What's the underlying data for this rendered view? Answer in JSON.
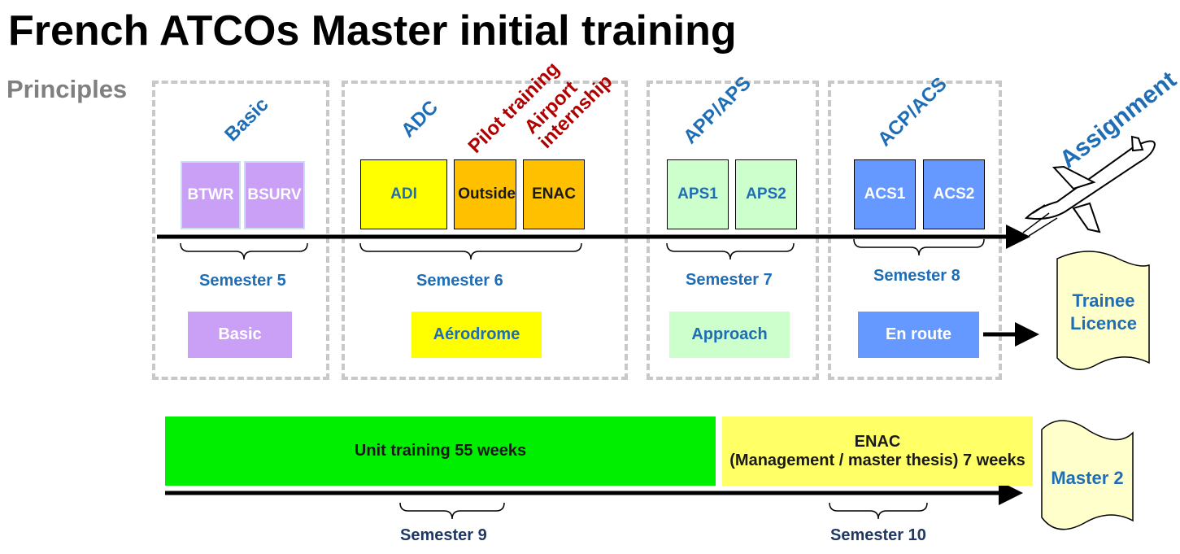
{
  "title": "French ATCOs Master initial training",
  "subtitle": "Principles",
  "phases": {
    "basic": "Basic",
    "adc": "ADC",
    "pilot": "Pilot training",
    "airport_line1": "Airport",
    "airport_line2": "internship",
    "app": "APP/APS",
    "acp": "ACP/ACS"
  },
  "assignment": "Assignment",
  "modules": {
    "btwr": "BTWR",
    "bsurv": "BSURV",
    "adi": "ADI",
    "outside": "Outside",
    "enac": "ENAC",
    "aps1": "APS1",
    "aps2": "APS2",
    "acs1": "ACS1",
    "acs2": "ACS2"
  },
  "semesters": {
    "s5": "Semester 5",
    "s6": "Semester 6",
    "s7": "Semester 7",
    "s8": "Semester 8",
    "s9": "Semester 9",
    "s10": "Semester 10"
  },
  "categories": {
    "basic": "Basic",
    "aerodrome": "Aérodrome",
    "approach": "Approach",
    "enroute": "En route"
  },
  "trainee_licence": {
    "line1": "Trainee",
    "line2": "Licence"
  },
  "unit_training": "Unit training 55 weeks",
  "enac_block": {
    "line1": "ENAC",
    "line2": "(Management / master thesis) 7 weeks"
  },
  "master2": "Master 2",
  "colors": {
    "basic": "#c9a0f5",
    "aerodrome": "#ffff00",
    "orange": "#ffc000",
    "approach": "#ccffcc",
    "enroute": "#6699ff",
    "unit_training": "#00ee00",
    "enac_block": "#ffff66",
    "doc": "#ffffcc",
    "text_blue": "#1f6db5",
    "text_red": "#b00000"
  },
  "icons": [
    "airplane-icon",
    "document-scroll-icon",
    "arrow-right-icon",
    "curly-brace-icon"
  ]
}
